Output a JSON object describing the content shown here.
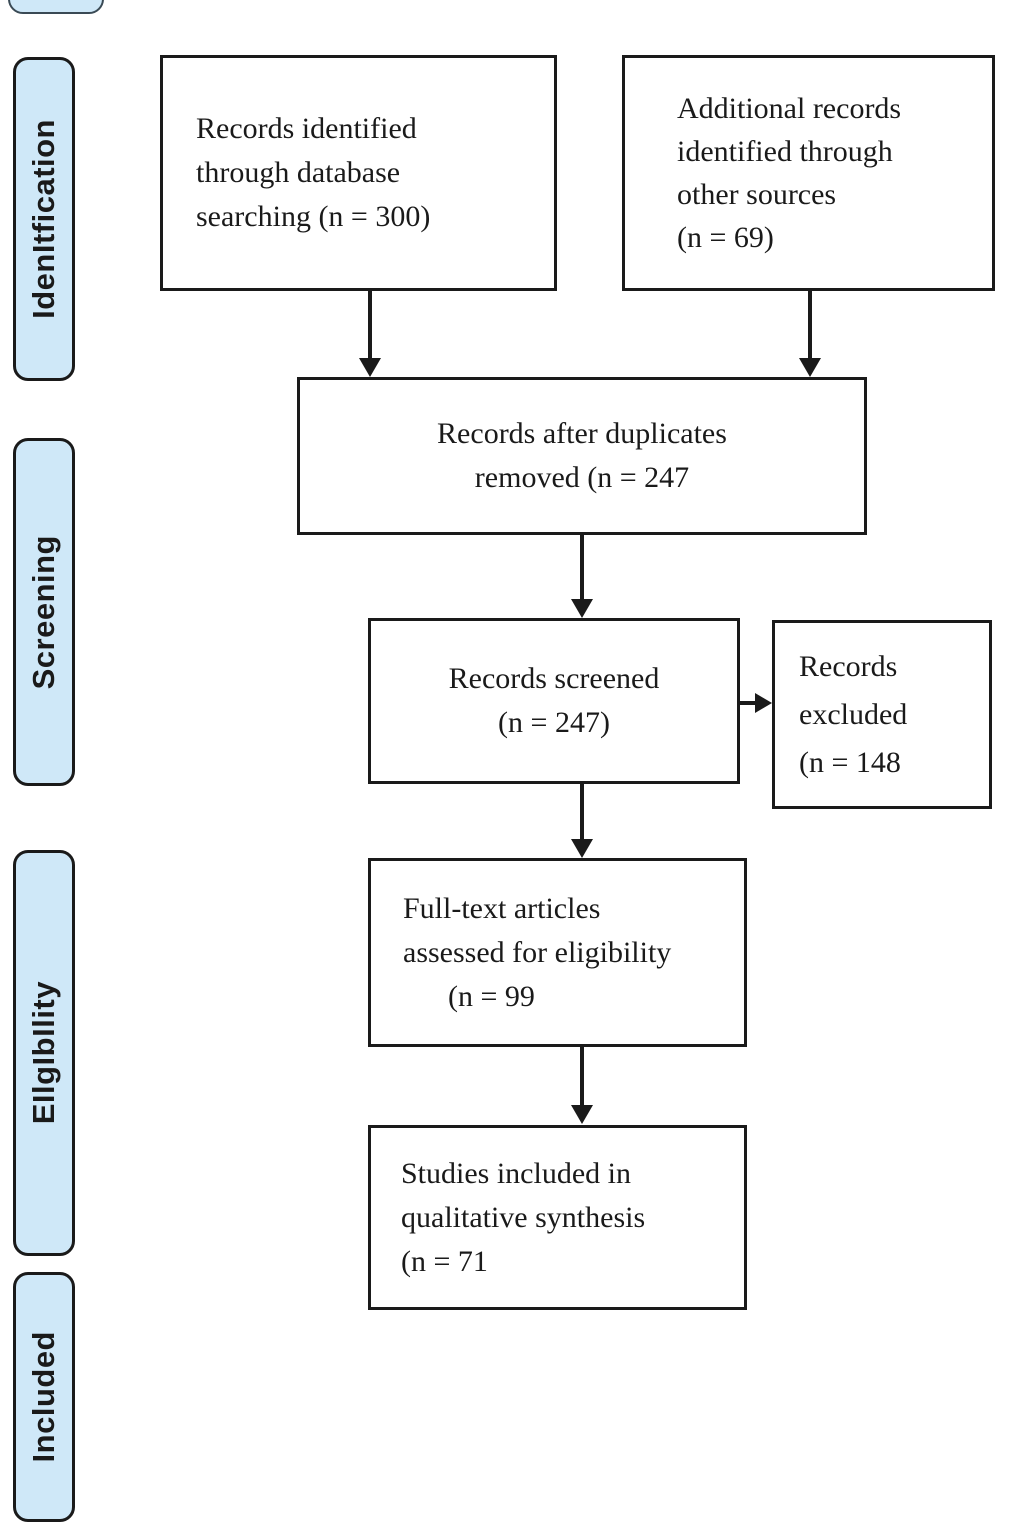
{
  "figure": {
    "kind": "prisma-flow-diagram",
    "colors": {
      "stage_fill": "#cfe8f8",
      "outline": "#1a1a1a",
      "background": "#ffffff"
    },
    "stages": [
      {
        "label": "IdenItfication"
      },
      {
        "label": "Screening"
      },
      {
        "label": "EIlgIbIlity"
      },
      {
        "label": "Included"
      }
    ],
    "boxes": {
      "records_identified": {
        "text": "Records identified\nthrough database\nsearching (n = 300)",
        "n": 300
      },
      "additional_records": {
        "text": "Additional records\nidentified through\nother sources\n(n = 69)",
        "n": 69
      },
      "after_duplicates": {
        "text": "Records after duplicates\nremoved (n = 247",
        "n": 247
      },
      "records_screened": {
        "text": "Records screened\n(n = 247)",
        "n": 247
      },
      "records_excluded": {
        "text": "Records\nexcluded\n(n = 148",
        "n": 148
      },
      "fulltext_assessed": {
        "text": "Full-text articles\nassessed for eligibility\n      (n = 99",
        "n": 99
      },
      "studies_included": {
        "text": "Studies included in\nqualitative synthesis\n(n = 71",
        "n": 71
      }
    }
  }
}
